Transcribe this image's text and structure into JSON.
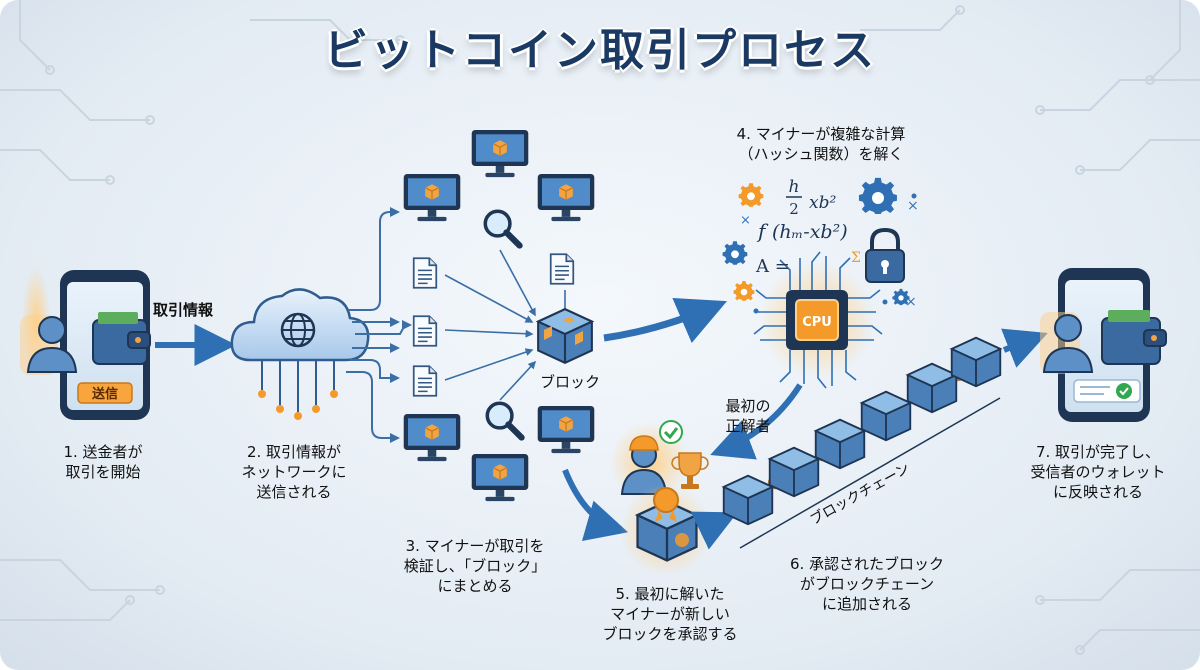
{
  "title": "ビットコイン取引プロセス",
  "labels": {
    "tx_info": "取引情報",
    "send_button": "送信",
    "block": "ブロック",
    "first_solver": [
      "最初の",
      "正解者"
    ],
    "blockchain": "ブロックチェーン",
    "cpu": "CPU"
  },
  "steps": {
    "s1": [
      "1. 送金者が",
      "取引を開始"
    ],
    "s2": [
      "2. 取引情報が",
      "ネットワークに",
      "送信される"
    ],
    "s3": [
      "3. マイナーが取引を",
      "検証し、「ブロック」",
      "にまとめる"
    ],
    "s4": [
      "4. マイナーが複雑な計算",
      "（ハッシュ関数）を解く"
    ],
    "s5": [
      "5. 最初に解いた",
      "マイナーが新しい",
      "ブロックを承認する"
    ],
    "s6": [
      "6. 承認されたブロック",
      "がブロックチェーン",
      "に追加される"
    ],
    "s7": [
      "7. 取引が完了し、",
      "受信者のウォレット",
      "に反映される"
    ]
  },
  "formula": {
    "h": "h",
    "two": "2",
    "xb2": "xb²",
    "f": "f",
    "inner": "(hₘ-xb²)",
    "a_eq": "A =",
    "sigma": "Σ",
    "times": "×"
  },
  "colors": {
    "title": "#1b3a63",
    "accent_blue": "#2f6fb3",
    "orange": "#f39a2b",
    "cube": "#4a7fb8",
    "green": "#2fa84f"
  }
}
